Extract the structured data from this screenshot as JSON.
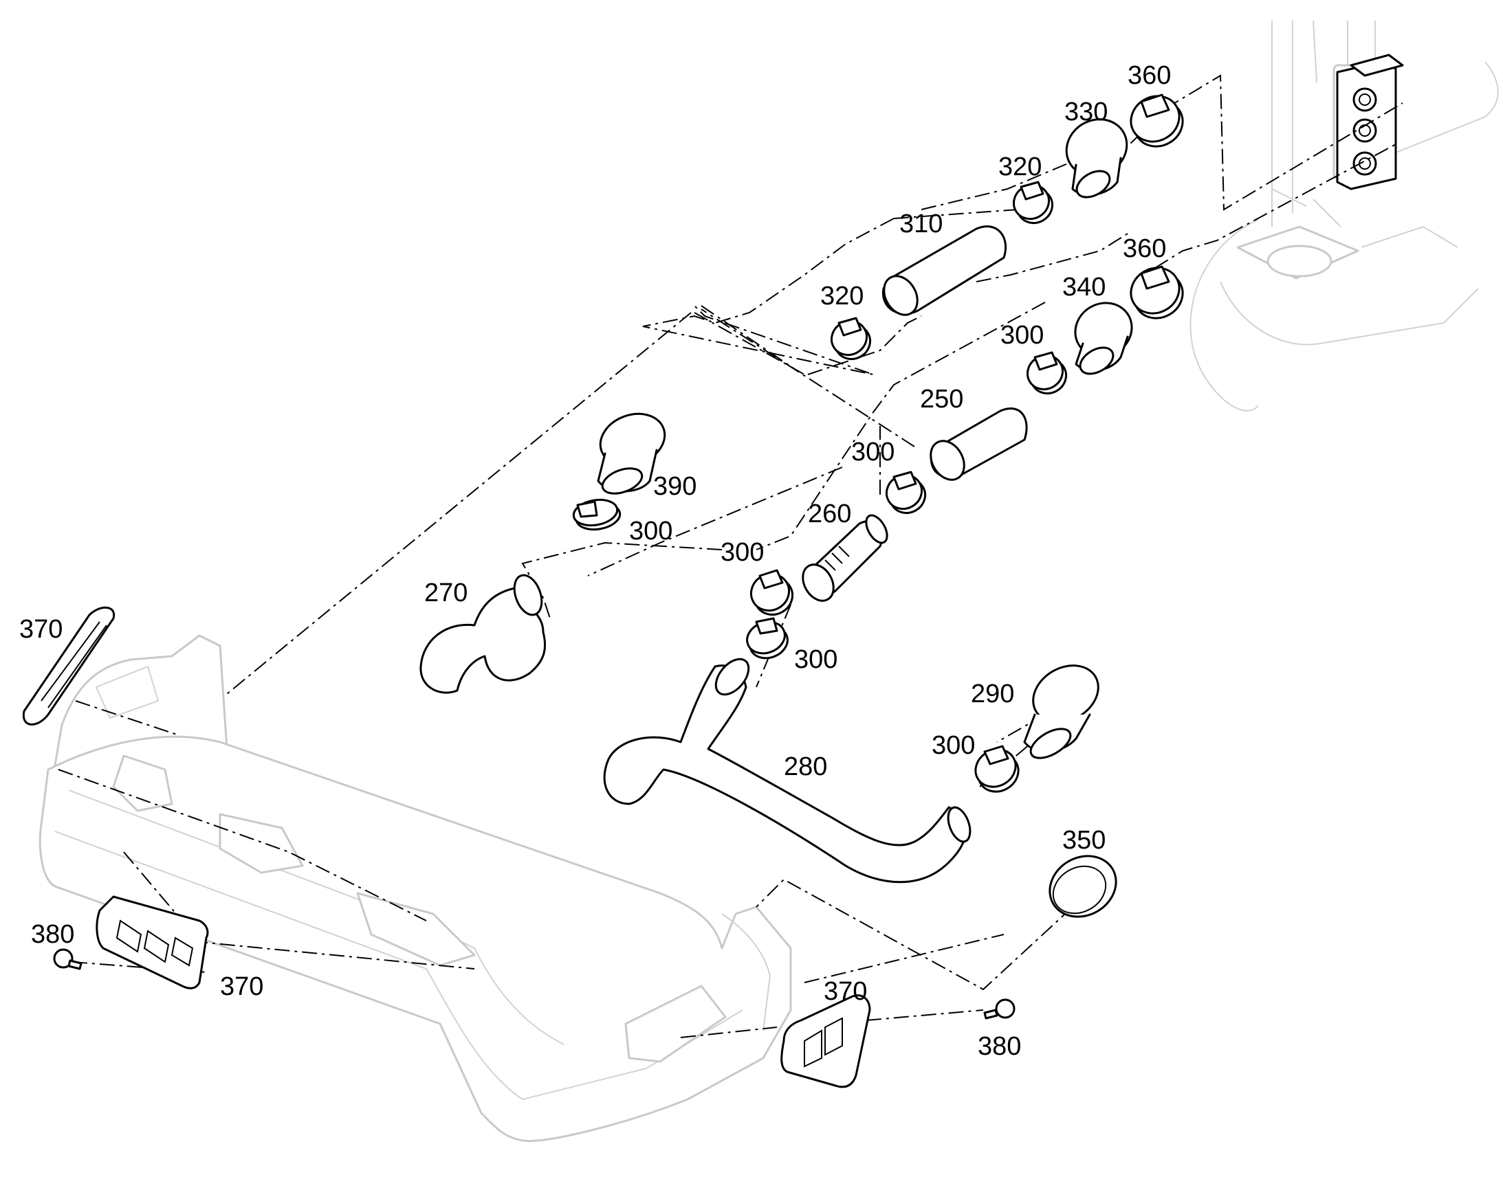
{
  "diagram": {
    "callouts": [
      {
        "id": "c360a",
        "text": "360"
      },
      {
        "id": "c330",
        "text": "330"
      },
      {
        "id": "c320a",
        "text": "320"
      },
      {
        "id": "c310",
        "text": "310"
      },
      {
        "id": "c320b",
        "text": "320"
      },
      {
        "id": "c360b",
        "text": "360"
      },
      {
        "id": "c340",
        "text": "340"
      },
      {
        "id": "c300a",
        "text": "300"
      },
      {
        "id": "c250",
        "text": "250"
      },
      {
        "id": "c300b",
        "text": "300"
      },
      {
        "id": "c390",
        "text": "390"
      },
      {
        "id": "c300c",
        "text": "300"
      },
      {
        "id": "c260",
        "text": "260"
      },
      {
        "id": "c300d",
        "text": "300"
      },
      {
        "id": "c270",
        "text": "270"
      },
      {
        "id": "c300e",
        "text": "300"
      },
      {
        "id": "c370a",
        "text": "370"
      },
      {
        "id": "c290",
        "text": "290"
      },
      {
        "id": "c300f",
        "text": "300"
      },
      {
        "id": "c280",
        "text": "280"
      },
      {
        "id": "c350",
        "text": "350"
      },
      {
        "id": "c380a",
        "text": "380"
      },
      {
        "id": "c370b",
        "text": "370"
      },
      {
        "id": "c370c",
        "text": "370"
      },
      {
        "id": "c380b",
        "text": "380"
      }
    ]
  }
}
